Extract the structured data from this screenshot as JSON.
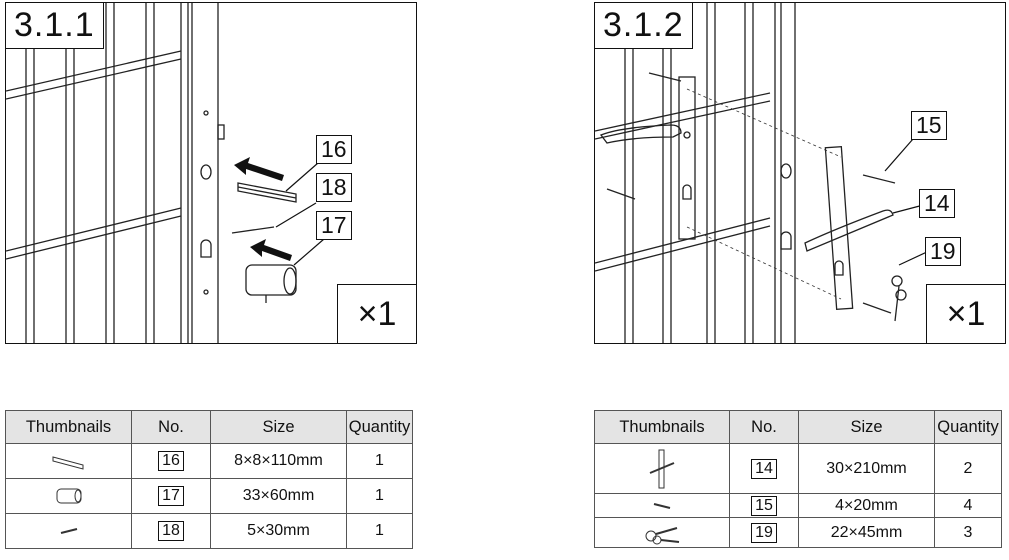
{
  "panel_left": {
    "step": "3.1.1",
    "quantity": "×1",
    "callouts": [
      "16",
      "18",
      "17"
    ]
  },
  "panel_right": {
    "step": "3.1.2",
    "quantity": "×1",
    "callouts": [
      "15",
      "14",
      "19"
    ]
  },
  "table_left": {
    "headers": [
      "Thumbnails",
      "No.",
      "Size",
      "Quantity"
    ],
    "rows": [
      {
        "thumb_icon": "spindle-icon",
        "no": "16",
        "size": "8×8×110mm",
        "qty": "1"
      },
      {
        "thumb_icon": "cylinder-lock-icon",
        "no": "17",
        "size": "33×60mm",
        "qty": "1"
      },
      {
        "thumb_icon": "screw-icon",
        "no": "18",
        "size": "5×30mm",
        "qty": "1"
      }
    ]
  },
  "table_right": {
    "headers": [
      "Thumbnails",
      "No.",
      "Size",
      "Quantity"
    ],
    "rows": [
      {
        "thumb_icon": "handle-plate-icon",
        "no": "14",
        "size": "30×210mm",
        "qty": "2"
      },
      {
        "thumb_icon": "screw-icon",
        "no": "15",
        "size": "4×20mm",
        "qty": "4"
      },
      {
        "thumb_icon": "keys-icon",
        "no": "19",
        "size": "22×45mm",
        "qty": "3"
      }
    ]
  }
}
